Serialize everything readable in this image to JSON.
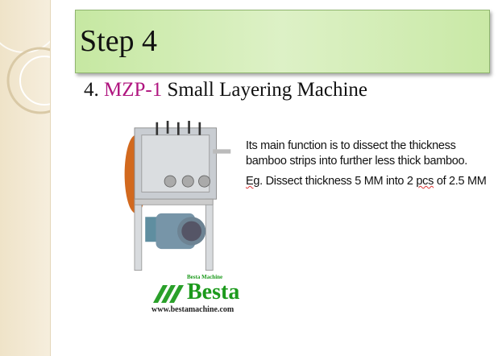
{
  "slide": {
    "title": "Step 4",
    "subtitle_number": "4.",
    "subtitle_model": "MZP-1",
    "subtitle_rest": "Small Layering Machine",
    "description": "Its main function is to dissect the thickness bamboo strips into further less thick bamboo.",
    "example_prefix": "Eg",
    "example_mid": ". Dissect thickness 5 MM into 2 ",
    "example_pcs": "pcs",
    "example_end": " of 2.5 MM"
  },
  "logo": {
    "brand": "Besta",
    "tagline": "Besta Machine",
    "url": "www.bestamachine.com"
  },
  "colors": {
    "accent": "#b0157f",
    "title_box": "#d4eeb8"
  }
}
